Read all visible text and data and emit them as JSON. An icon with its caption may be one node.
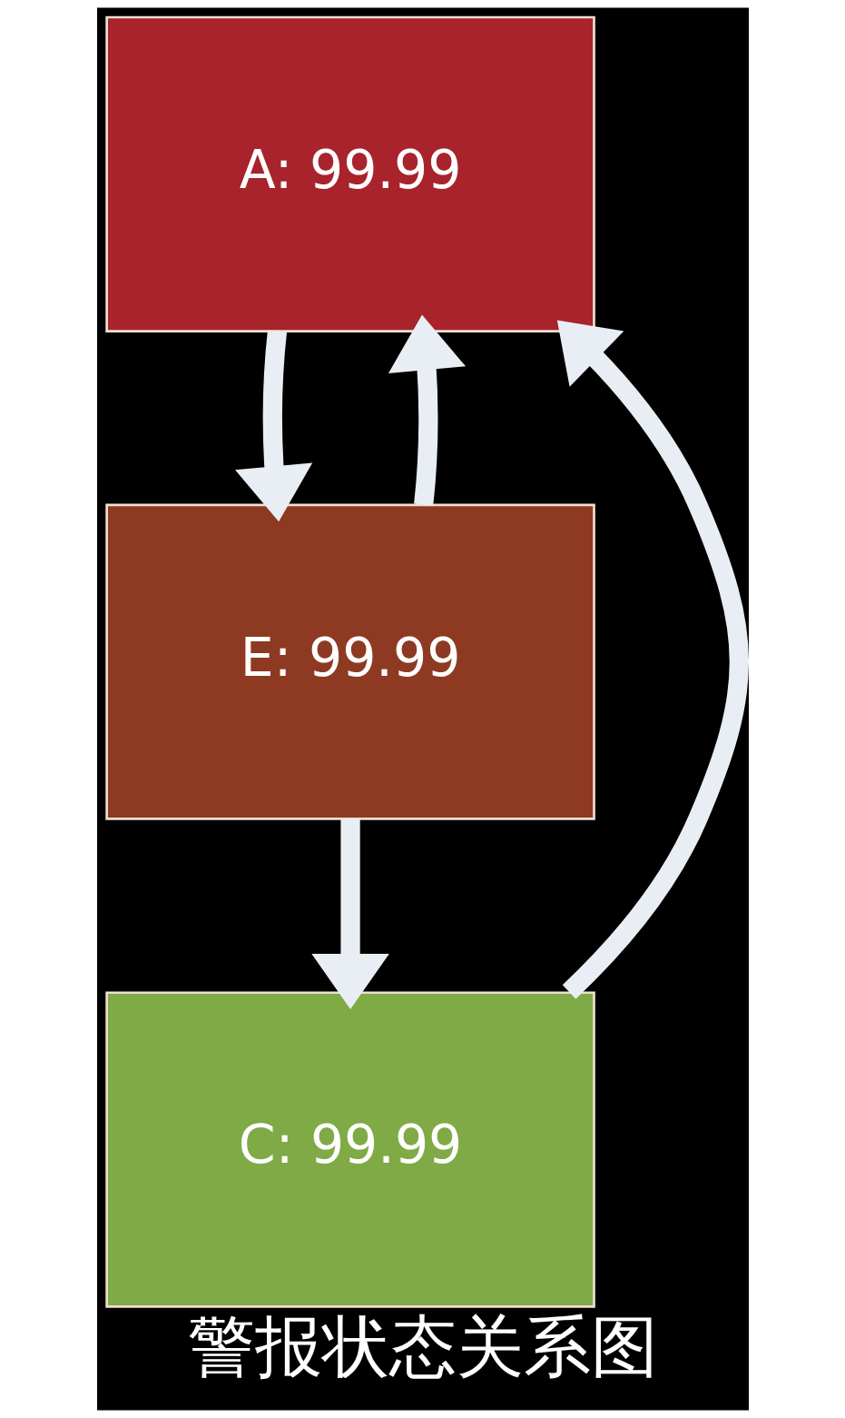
{
  "diagram": {
    "title": "警报状态关系图",
    "nodes": [
      {
        "text": [
          "A: 99.99"
        ]
      },
      {
        "text": [
          "E: 99.99"
        ]
      },
      {
        "text": [
          "C: 99.99"
        ]
      }
    ],
    "edges": [
      {
        "from": 0,
        "to": 1,
        "arrow": "to"
      },
      {
        "from": 1,
        "to": 2,
        "arrow": "to"
      },
      {
        "from": 1,
        "to": 0,
        "arrow": "to"
      },
      {
        "from": 2,
        "to": 0,
        "arrow": "to"
      }
    ]
  }
}
